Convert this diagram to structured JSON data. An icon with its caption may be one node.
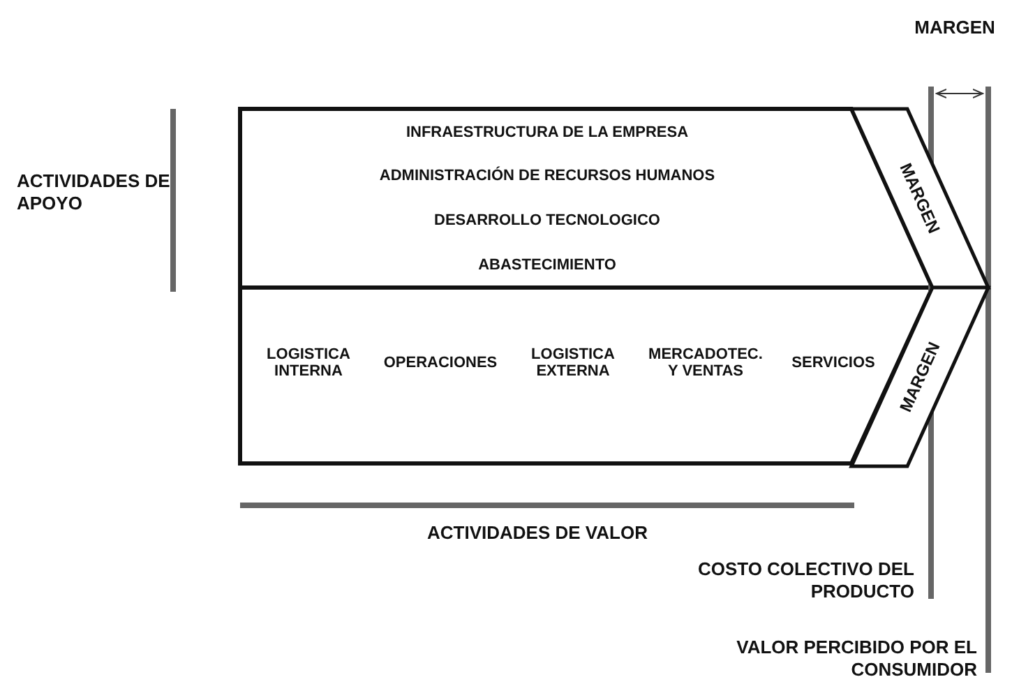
{
  "diagram": {
    "nodes": [
      {
        "text": [
          "INFRAESTRUCTURA DE LA EMPRESA"
        ]
      },
      {
        "text": [
          "ADMINISTRACIÓN DE RECURSOS HUMANOS"
        ]
      },
      {
        "text": [
          "DESARROLLO TECNOLOGICO"
        ]
      },
      {
        "text": [
          "ABASTECIMIENTO"
        ]
      },
      {
        "text": [
          "LOGISTICA INTERNA"
        ]
      },
      {
        "text": [
          "OPERACIONES"
        ]
      },
      {
        "text": [
          "LOGISTICA EXTERNA"
        ]
      },
      {
        "text": [
          "MERCADOTEC. Y VENTAS"
        ]
      },
      {
        "text": [
          "SERVICIOS"
        ]
      },
      {
        "text": [
          "MARGEN"
        ]
      },
      {
        "text": [
          "MARGEN"
        ]
      }
    ],
    "edges": [],
    "labels": [
      "MARGEN",
      "ACTIVIDADES DE APOYO",
      "ACTIVIDADES DE VALOR",
      "COSTO COLECTIVO DEL PRODUCTO",
      "VALOR PERCIBIDO POR EL CONSUMIDOR"
    ]
  }
}
